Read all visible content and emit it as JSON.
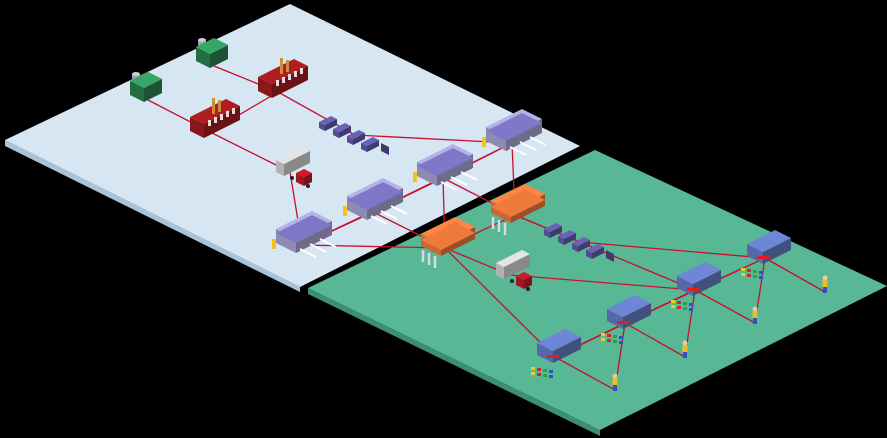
{
  "diagram": {
    "background_color": "#000000",
    "colors": {
      "upstream_platform": "#D6E6F2",
      "upstream_platform_edge": "#A9C4DA",
      "downstream_platform": "#58B896",
      "downstream_platform_edge": "#3E8F72",
      "link_line": "#C8102E",
      "warehouse_roof": "#7F78C8",
      "warehouse_wall": "#B6B1E6",
      "dc_roof": "#F07A3C",
      "store_roof": "#6E86D6",
      "factory": "#B11E22",
      "supplier": "#2E8B57",
      "truck_cab": "#D01A2C",
      "truck_trailer": "#E4E4E4",
      "train": "#6A62B8"
    },
    "zones": [
      {
        "id": "upstream-zone",
        "icon": "supply-platform"
      },
      {
        "id": "downstream-zone",
        "icon": "retail-platform"
      }
    ],
    "nodes": [
      {
        "id": "supplier-1",
        "kind": "supplier",
        "icon": "silo-warehouse-icon"
      },
      {
        "id": "supplier-2",
        "kind": "supplier",
        "icon": "silo-warehouse-icon"
      },
      {
        "id": "factory-1",
        "kind": "factory",
        "icon": "factory-icon"
      },
      {
        "id": "factory-2",
        "kind": "factory",
        "icon": "factory-icon"
      },
      {
        "id": "train-1",
        "kind": "transport",
        "icon": "train-icon"
      },
      {
        "id": "truck-1",
        "kind": "transport",
        "icon": "truck-icon"
      },
      {
        "id": "warehouse-1",
        "kind": "warehouse",
        "icon": "warehouse-icon"
      },
      {
        "id": "warehouse-2",
        "kind": "warehouse",
        "icon": "warehouse-icon"
      },
      {
        "id": "warehouse-3",
        "kind": "warehouse",
        "icon": "warehouse-icon"
      },
      {
        "id": "warehouse-4",
        "kind": "warehouse",
        "icon": "warehouse-icon"
      },
      {
        "id": "dc-1",
        "kind": "distribution-center",
        "icon": "distribution-center-icon"
      },
      {
        "id": "dc-2",
        "kind": "distribution-center",
        "icon": "distribution-center-icon"
      },
      {
        "id": "train-2",
        "kind": "transport",
        "icon": "train-icon"
      },
      {
        "id": "truck-2",
        "kind": "transport",
        "icon": "truck-icon"
      },
      {
        "id": "store-1",
        "kind": "store",
        "icon": "store-icon"
      },
      {
        "id": "store-2",
        "kind": "store",
        "icon": "store-icon"
      },
      {
        "id": "store-3",
        "kind": "store",
        "icon": "store-icon"
      },
      {
        "id": "store-4",
        "kind": "store",
        "icon": "store-icon"
      },
      {
        "id": "customer-1",
        "kind": "customer",
        "icon": "person-icon"
      },
      {
        "id": "customer-2",
        "kind": "customer",
        "icon": "person-icon"
      },
      {
        "id": "customer-3",
        "kind": "customer",
        "icon": "person-icon"
      },
      {
        "id": "customer-4",
        "kind": "customer",
        "icon": "person-icon"
      }
    ],
    "edges": [
      [
        "supplier-1",
        "factory-1"
      ],
      [
        "supplier-2",
        "factory-2"
      ],
      [
        "factory-2",
        "factory-1"
      ],
      [
        "factory-2",
        "train-1"
      ],
      [
        "train-1",
        "warehouse-1"
      ],
      [
        "factory-1",
        "truck-1"
      ],
      [
        "truck-1",
        "warehouse-4"
      ],
      [
        "warehouse-1",
        "warehouse-2"
      ],
      [
        "warehouse-2",
        "warehouse-3"
      ],
      [
        "warehouse-3",
        "warehouse-4"
      ],
      [
        "warehouse-1",
        "warehouse-3"
      ],
      [
        "warehouse-2",
        "warehouse-4"
      ],
      [
        "warehouse-1",
        "dc-1"
      ],
      [
        "warehouse-2",
        "dc-1"
      ],
      [
        "warehouse-3",
        "dc-2"
      ],
      [
        "warehouse-4",
        "dc-2"
      ],
      [
        "warehouse-2",
        "dc-2"
      ],
      [
        "dc-1",
        "dc-2"
      ],
      [
        "dc-1",
        "train-2"
      ],
      [
        "train-2",
        "store-1"
      ],
      [
        "dc-2",
        "truck-2"
      ],
      [
        "truck-2",
        "store-2"
      ],
      [
        "dc-1",
        "store-2"
      ],
      [
        "dc-2",
        "store-4"
      ],
      [
        "store-1",
        "store-2"
      ],
      [
        "store-2",
        "store-3"
      ],
      [
        "store-3",
        "store-4"
      ],
      [
        "store-1",
        "store-3"
      ],
      [
        "store-2",
        "store-4"
      ],
      [
        "store-1",
        "customer-1"
      ],
      [
        "store-2",
        "customer-2"
      ],
      [
        "store-3",
        "customer-3"
      ],
      [
        "store-4",
        "customer-4"
      ],
      [
        "store-1",
        "customer-2"
      ],
      [
        "store-2",
        "customer-3"
      ],
      [
        "store-3",
        "customer-4"
      ]
    ]
  }
}
